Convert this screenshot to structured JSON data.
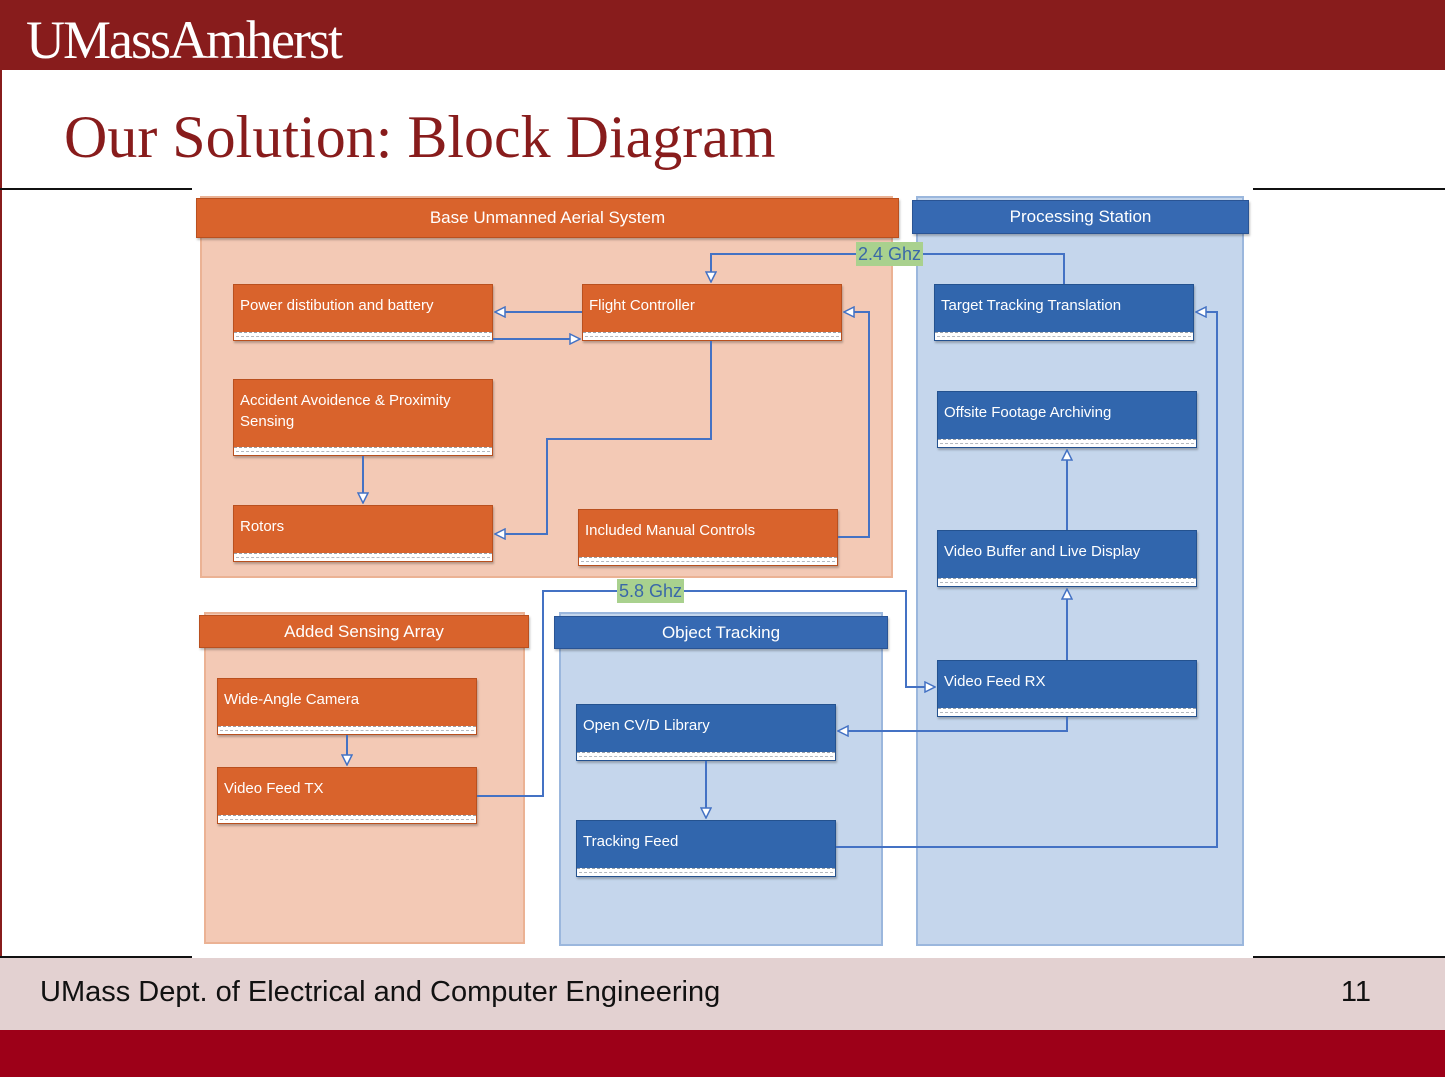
{
  "header": {
    "logo": "UMassAmherst"
  },
  "slide": {
    "title": "Our Solution: Block Diagram"
  },
  "diagram": {
    "groups": {
      "base_uas": "Base Unmanned Aerial System",
      "processing_station": "Processing Station",
      "added_sensing": "Added Sensing Array",
      "object_tracking": "Object Tracking"
    },
    "blocks": {
      "power": "Power distibution and battery",
      "flight_controller": "Flight Controller",
      "accident": "Accident Avoidence & Proximity Sensing",
      "rotors": "Rotors",
      "manual_controls": "Included Manual Controls",
      "target_tracking": "Target Tracking Translation",
      "offsite_archiving": "Offsite Footage Archiving",
      "video_buffer": "Video Buffer and Live Display",
      "video_feed_rx": "Video Feed RX",
      "wide_angle_camera": "Wide-Angle Camera",
      "video_feed_tx": "Video Feed TX",
      "opencv": "Open CV/D Library",
      "tracking_feed": "Tracking Feed"
    },
    "links": {
      "control_freq": "2.4 Ghz",
      "video_freq": "5.8 Ghz"
    },
    "colors": {
      "orange": "#d9632c",
      "blue": "#3166ad",
      "line": "#4472c4",
      "freq_bg": "#a9d18e"
    }
  },
  "footer": {
    "dept": "UMass Dept. of Electrical and Computer Engineering",
    "page": "11"
  }
}
